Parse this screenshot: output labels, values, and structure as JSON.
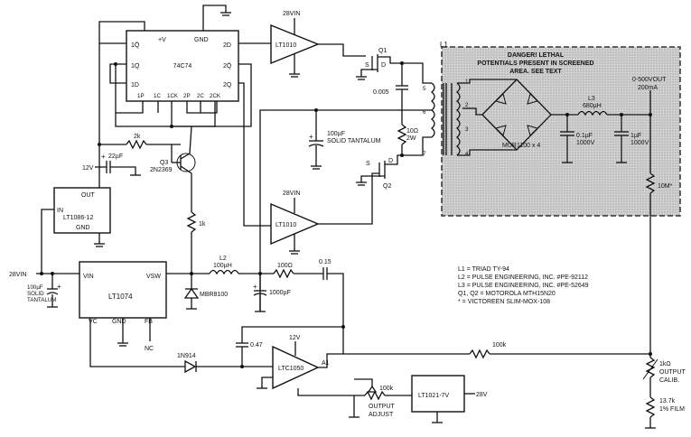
{
  "ic_74c74": {
    "name": "74C74",
    "top_pins": [
      "+V",
      "GND"
    ],
    "left_pins": [
      "1Q̄",
      "1Q",
      "1D"
    ],
    "right_pins": [
      "2D",
      "2Q̄",
      "2Q"
    ],
    "bottom_pins": [
      "1P",
      "1C",
      "1CK",
      "2P",
      "2C",
      "2CK"
    ]
  },
  "drivers": {
    "top": "LT1010",
    "bottom": "LT1010",
    "supply_top": "28VIN",
    "supply_bottom": "28VIN"
  },
  "fets": {
    "q1": "Q1",
    "q2": "Q2",
    "s": "S",
    "d": "D"
  },
  "transformer": {
    "name": "L1",
    "pins": [
      "5",
      "6",
      "7",
      "1",
      "2",
      "3",
      "4"
    ]
  },
  "hv_area": {
    "warning_line1": "DANGER! LETHAL",
    "warning_line2": "POTENTIALS PRESENT IN SCREENED",
    "warning_line3": "AREA. SEE TEXT",
    "output_line1": "0-500VOUT",
    "output_line2": "200mA",
    "rectifier": "MUR1100 x 4",
    "inductor": "L3",
    "inductor_value": "680µH",
    "cap1_line1": "0.1µF",
    "cap1_line2": "1000V",
    "cap2_line1": "1µF",
    "cap2_line2": "1000V",
    "resistor": "10M*"
  },
  "parts": {
    "c_0005": "0.005",
    "r_10ohm_line1": "10Ω",
    "r_10ohm_line2": "2W",
    "c_tant_line1": "100µF",
    "c_tant_line2": "SOLID TANTALUM",
    "r_2k": "2k",
    "c_22uf": "22µF",
    "v12": "12V",
    "q3_line1": "Q3",
    "q3_line2": "2N2369",
    "r_1k": "1k",
    "lt1086": "LT1086-12",
    "lt1086_out": "OUT",
    "lt1086_in": "IN",
    "lt1086_gnd": "GND",
    "v28_in": "28VIN",
    "c_input_line1": "100µF",
    "c_input_line2": "SOLID",
    "c_input_line3": "TANTALUM",
    "lt1074": "LT1074",
    "lt1074_vin": "VIN",
    "lt1074_vsw": "VSW",
    "lt1074_vc": "VC",
    "lt1074_gnd": "GND",
    "lt1074_fb": "FB",
    "nc": "NC",
    "l2": "L2",
    "l2_value": "100µH",
    "mbr8100": "MBR8100",
    "c_1000uf": "1000µF",
    "r_100ohm": "100Ω",
    "c_015": "0.15",
    "c_047": "0.47",
    "diode_1n914": "1N914",
    "ltc1050": "LTC1050",
    "a1": "A1",
    "v12_amp": "12V",
    "r_100k": "100k",
    "pot_100k": "100k",
    "output_adjust_line1": "OUTPUT",
    "output_adjust_line2": "ADJUST",
    "lt1021": "LT1021-7V",
    "v28": "28V",
    "r_1k_cal": "1kΩ",
    "output_calib_line1": "OUTPUT",
    "output_calib_line2": "CALIB.",
    "r_137k_line1": "13.7k",
    "r_137k_line2": "1% FILM"
  },
  "notes": [
    "L1 = TRIAD TY-94",
    "L2 = PULSE ENGINEERING, INC. #PE-92112",
    "L3 = PULSE ENGINEERING, INC. #PE-52649",
    "Q1, Q2 = MOTOROLA MTH15N20",
    "* = VICTOREEN SLIM-MOX-108"
  ],
  "colors": {
    "ink": "#111111",
    "screen_fill": "#c9c9c9",
    "screen_border": "#333333"
  }
}
